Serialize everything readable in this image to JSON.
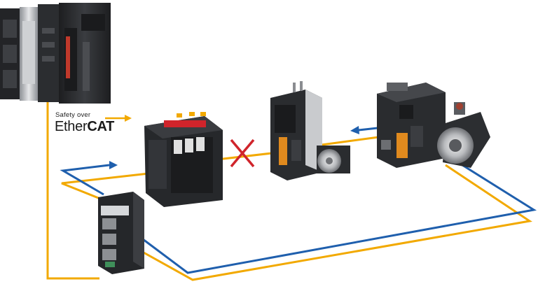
{
  "labels": {
    "protocol_prefix": "Safety over",
    "protocol_name_light": "Ether",
    "protocol_name_bold": "CAT"
  },
  "colors": {
    "cable_yellow": "#f2a900",
    "cable_blue": "#1f5fad",
    "fault_mark_red": "#d0242b",
    "device_body": "#2a2c2f"
  },
  "icons": {
    "fault_mark": "x-cross-icon",
    "direction_arrows": "arrow-icon"
  }
}
